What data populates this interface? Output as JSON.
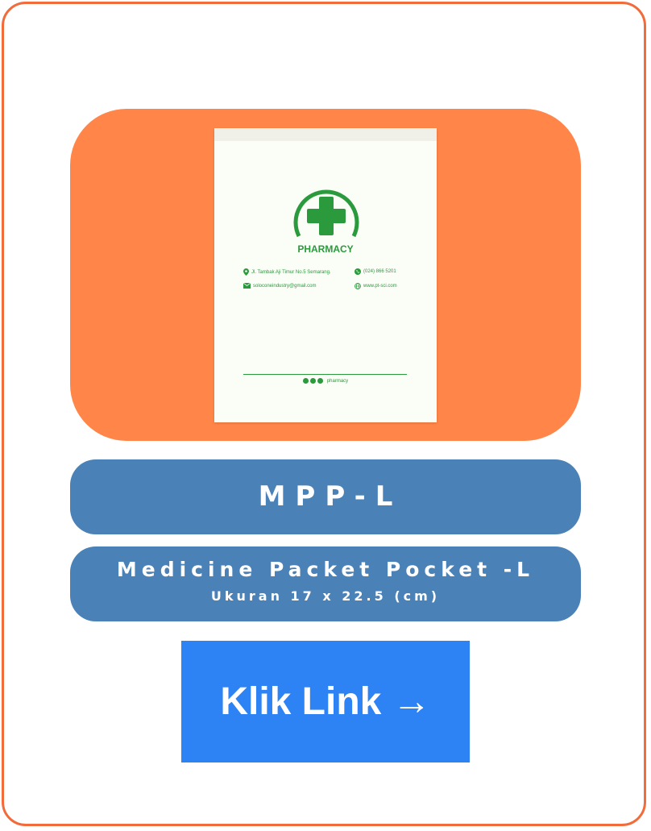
{
  "product": {
    "code": "MPP-L",
    "name": "Medicine Packet Pocket -L",
    "size": "Ukuran 17 x 22.5 (cm)"
  },
  "packet": {
    "brand": "PHARMACY",
    "address": "Jl. Tambak Aji Timur No.5 Semarang.",
    "phone": "(024) 866 5201",
    "email": "soloconeindustry@gmail.com",
    "website": "www.pt-sci.com",
    "social_handle": "pharmacy",
    "icons": [
      "location-pin-icon",
      "phone-icon",
      "email-icon",
      "globe-icon",
      "facebook-icon",
      "twitter-icon",
      "instagram-icon"
    ]
  },
  "cta": {
    "label": "Klik Link →"
  },
  "colors": {
    "border": "#f26b3a",
    "hero": "#ff8548",
    "pill": "#4a81b7",
    "cta": "#2d82f4",
    "packet_green": "#2a9a3c"
  }
}
